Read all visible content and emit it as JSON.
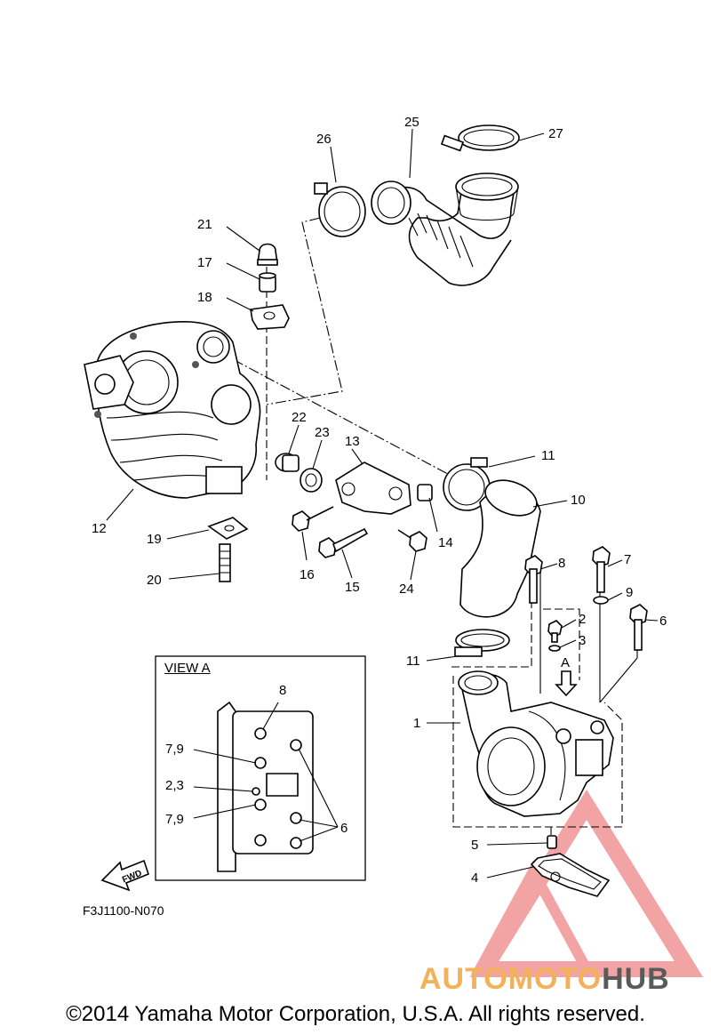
{
  "diagram": {
    "code": "F3J1100-N070",
    "view_a_title": "VIEW A",
    "fwd_label": "FWD",
    "arrow_label": "A",
    "callouts": {
      "c1": "1",
      "c2": "2",
      "c3": "3",
      "c4": "4",
      "c5": "5",
      "c6": "6",
      "c7": "7",
      "c8": "8",
      "c9": "9",
      "c10": "10",
      "c11a": "11",
      "c11b": "11",
      "c12": "12",
      "c13": "13",
      "c14": "14",
      "c15": "15",
      "c16": "16",
      "c17": "17",
      "c18": "18",
      "c19": "19",
      "c20": "20",
      "c21": "21",
      "c22": "22",
      "c23": "23",
      "c24": "24",
      "c25": "25",
      "c26": "26",
      "c27": "27"
    },
    "view_a_callouts": {
      "v8": "8",
      "v79a": "7,9",
      "v23": "2,3",
      "v79b": "7,9",
      "v6": "6"
    }
  },
  "watermark": {
    "part1": "AUTOMOTO",
    "part2": "HUB"
  },
  "copyright": "©2014 Yamaha Motor Corporation, U.S.A. All rights reserved."
}
